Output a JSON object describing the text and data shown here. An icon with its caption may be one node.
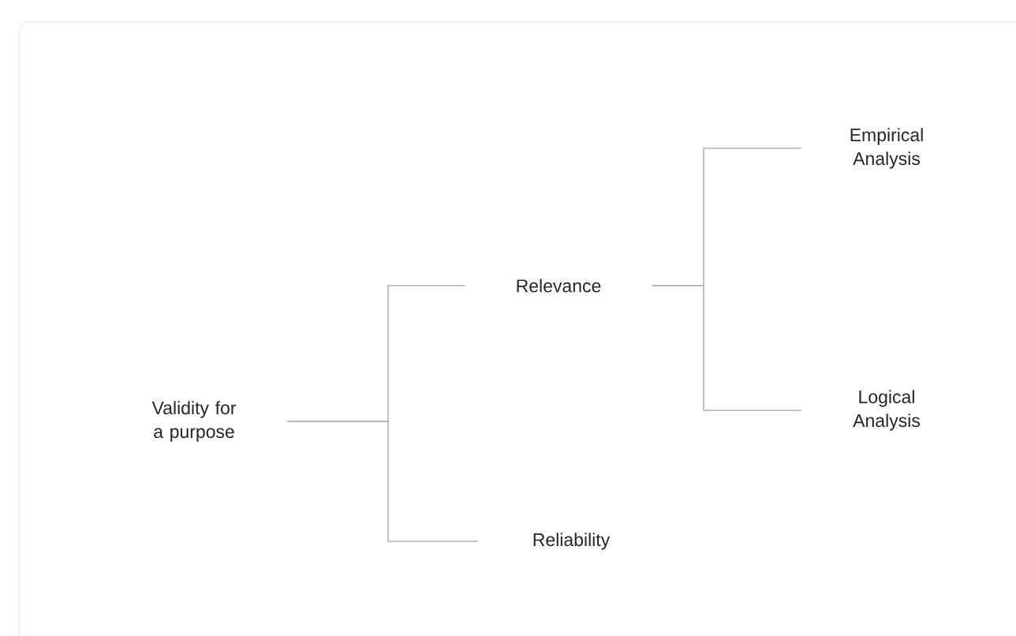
{
  "diagram": {
    "nodes": [
      {
        "text": [
          "Validity for a purpose"
        ]
      },
      {
        "text": [
          "Relevance"
        ]
      },
      {
        "text": [
          "Reliability"
        ]
      },
      {
        "text": [
          "Empirical Analysis"
        ]
      },
      {
        "text": [
          "Logical Analysis"
        ]
      }
    ],
    "edges": [
      {
        "from": 0,
        "to": 1,
        "arrow": "none"
      },
      {
        "from": 0,
        "to": 2,
        "arrow": "none"
      },
      {
        "from": 1,
        "to": 3,
        "arrow": "none"
      },
      {
        "from": 1,
        "to": 4,
        "arrow": "none"
      }
    ]
  }
}
